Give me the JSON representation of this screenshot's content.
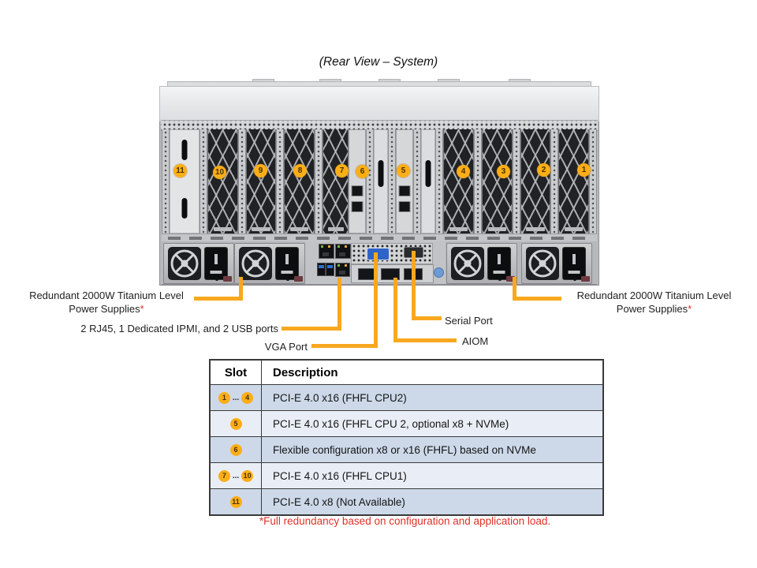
{
  "title": "(Rear View – System)",
  "colors": {
    "accent_orange": "#F7A81F",
    "badge_yellow": "#FBAE17",
    "note_red": "#E03228",
    "table_row_dark": "#CDD9E9",
    "table_row_light": "#E9EEF6"
  },
  "chassis": {
    "slot_badges": [
      "11",
      "10",
      "9",
      "8",
      "7",
      "6",
      "5",
      "4",
      "3",
      "2",
      "1"
    ]
  },
  "callouts": {
    "psu_left": {
      "line1": "Redundant 2000W Titanium Level",
      "line2": "Power Supplies",
      "asterisk": "*"
    },
    "psu_right": {
      "line1": "Redundant 2000W Titanium Level",
      "line2": "Power Supplies",
      "asterisk": "*"
    },
    "rj45": "2 RJ45, 1 Dedicated IPMI, and 2 USB ports",
    "vga": "VGA Port",
    "serial": "Serial Port",
    "aiom": "AIOM"
  },
  "table": {
    "headers": [
      "Slot",
      "Description"
    ],
    "rows": [
      {
        "badges": [
          "1",
          "4"
        ],
        "dots": "...",
        "description": "PCI-E 4.0 x16 (FHFL CPU2)"
      },
      {
        "badges": [
          "5"
        ],
        "description": "PCI-E 4.0 x16 (FHFL CPU 2, optional x8 + NVMe)"
      },
      {
        "badges": [
          "6"
        ],
        "description": "Flexible configuration x8 or x16 (FHFL) based on NVMe"
      },
      {
        "badges": [
          "7",
          "10"
        ],
        "dots": "...",
        "description": "PCI-E 4.0 x16 (FHFL CPU1)"
      },
      {
        "badges": [
          "11"
        ],
        "description": "PCI-E 4.0 x8 (Not Available)"
      }
    ]
  },
  "footnote": "*Full redundancy based on configuration and application load."
}
